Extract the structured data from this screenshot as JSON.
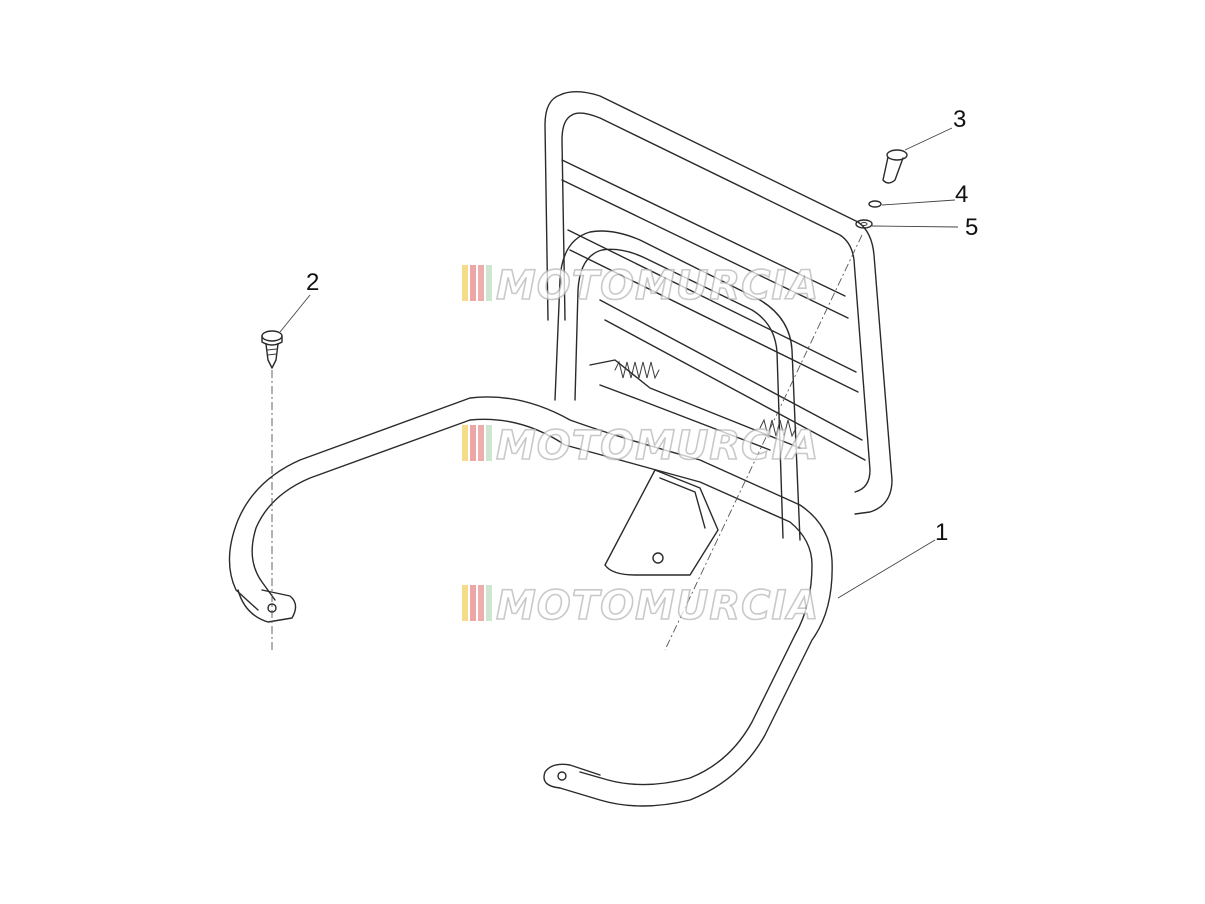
{
  "callouts": [
    "1",
    "2",
    "3",
    "4",
    "5"
  ],
  "watermark": {
    "text": "MOTOMURCIA",
    "stripe_colors": [
      "#f2d36b",
      "#ea8f8f",
      "#e89a9a",
      "#bfe0c7"
    ]
  },
  "colors": {
    "line": "#2a2a2a",
    "background": "#ffffff"
  }
}
